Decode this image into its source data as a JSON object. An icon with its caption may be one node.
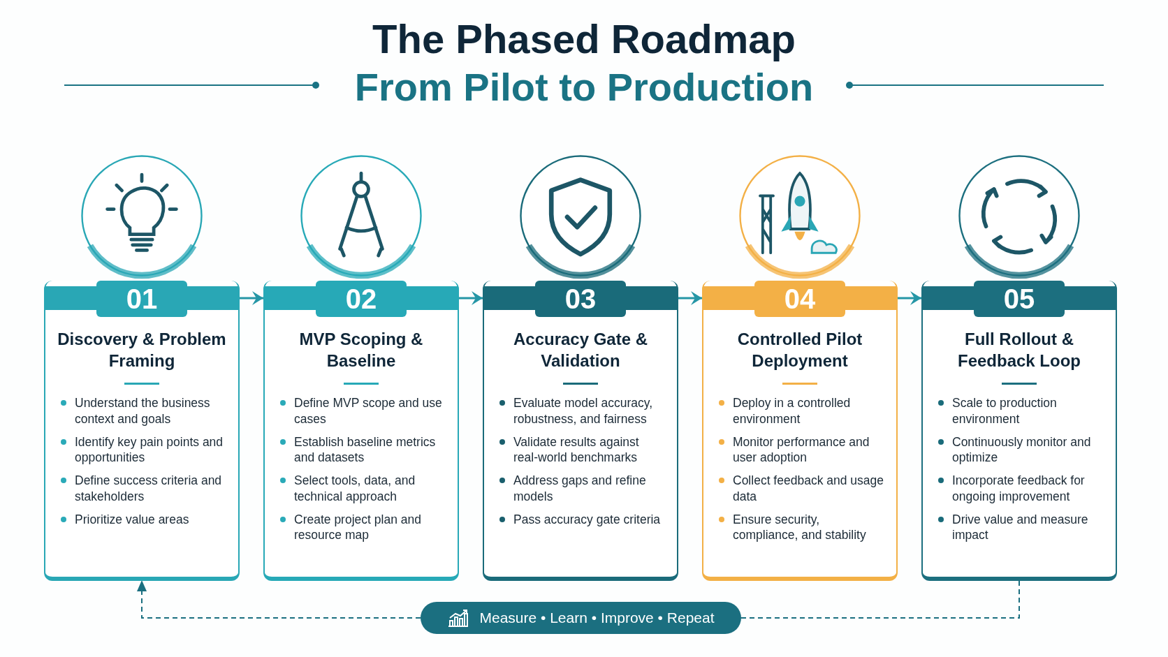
{
  "diagram": {
    "title": "The Phased Roadmap",
    "nodes": [
      {
        "text": [
          "01",
          "Discovery & Problem Framing",
          "Understand the business context and goals",
          "Identify key pain points and opportunities",
          "Define success criteria and stakeholders",
          "Prioritize value areas"
        ]
      },
      {
        "text": [
          "02",
          "MVP Scoping & Baseline",
          "Define MVP scope and use cases",
          "Establish baseline metrics and datasets",
          "Select tools, data, and technical approach",
          "Create project plan and resource map"
        ]
      },
      {
        "text": [
          "03",
          "Accuracy Gate & Validation",
          "Evaluate model accuracy, robustness, and fairness",
          "Validate results against real-world benchmarks",
          "Address gaps and refine models",
          "Pass accuracy gate criteria"
        ]
      },
      {
        "text": [
          "04",
          "Controlled Pilot Deployment",
          "Deploy in a controlled environment",
          "Monitor performance and user adoption",
          "Collect feedback and usage data",
          "Ensure security, compliance, and stability"
        ]
      },
      {
        "text": [
          "05",
          "Full Rollout & Feedback Loop",
          "Scale to production environment",
          "Continuously monitor and optimize",
          "Incorporate feedback for ongoing improvement",
          "Drive value and measure impact"
        ]
      },
      {
        "text": [
          "Measure • Learn • Improve • Repeat"
        ]
      }
    ],
    "edges": [
      {
        "from": 0,
        "to": 1,
        "arrow": "to"
      },
      {
        "from": 1,
        "to": 2,
        "arrow": "to"
      },
      {
        "from": 2,
        "to": 3,
        "arrow": "to"
      },
      {
        "from": 3,
        "to": 4,
        "arrow": "to"
      },
      {
        "from": 4,
        "to": 5,
        "arrow": "none",
        "style": "dashed"
      },
      {
        "from": 5,
        "to": 0,
        "arrow": "to",
        "style": "dashed"
      }
    ],
    "labels": [
      "From Pilot to Production"
    ]
  }
}
